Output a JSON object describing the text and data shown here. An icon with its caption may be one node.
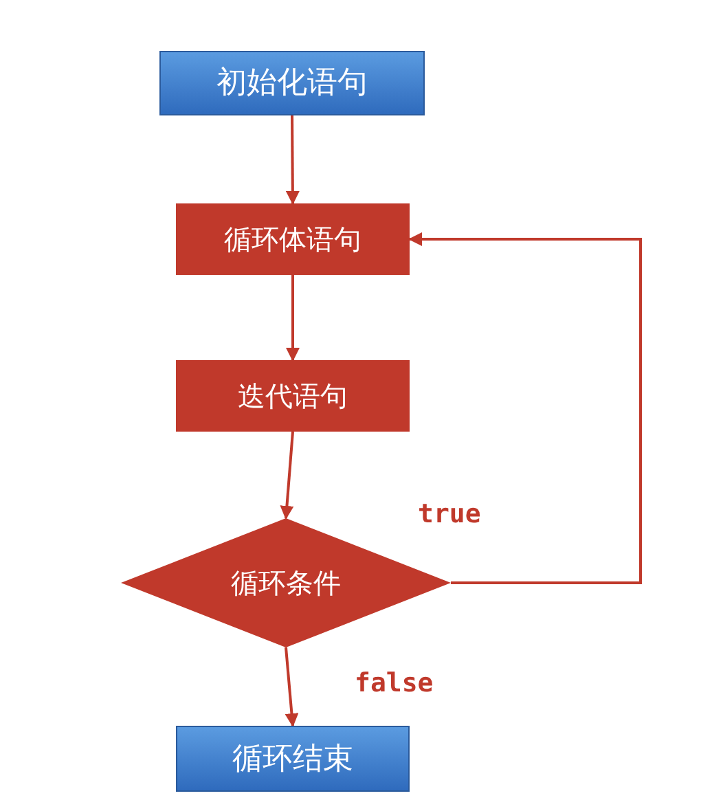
{
  "diagram": {
    "nodes": [
      {
        "text": [
          "初始化语句"
        ]
      },
      {
        "text": [
          "循环体语句"
        ]
      },
      {
        "text": [
          "迭代语句"
        ]
      },
      {
        "text": [
          "循环条件"
        ]
      },
      {
        "text": [
          "循环结束"
        ]
      }
    ],
    "edges": [
      {
        "from": 0,
        "to": 1,
        "arrow": "to"
      },
      {
        "from": 1,
        "to": 2,
        "arrow": "to"
      },
      {
        "from": 2,
        "to": 3,
        "arrow": "to"
      },
      {
        "from": 3,
        "to": 1,
        "arrow": "to",
        "label": "true"
      },
      {
        "from": 3,
        "to": 4,
        "arrow": "to",
        "label": "false"
      }
    ]
  }
}
